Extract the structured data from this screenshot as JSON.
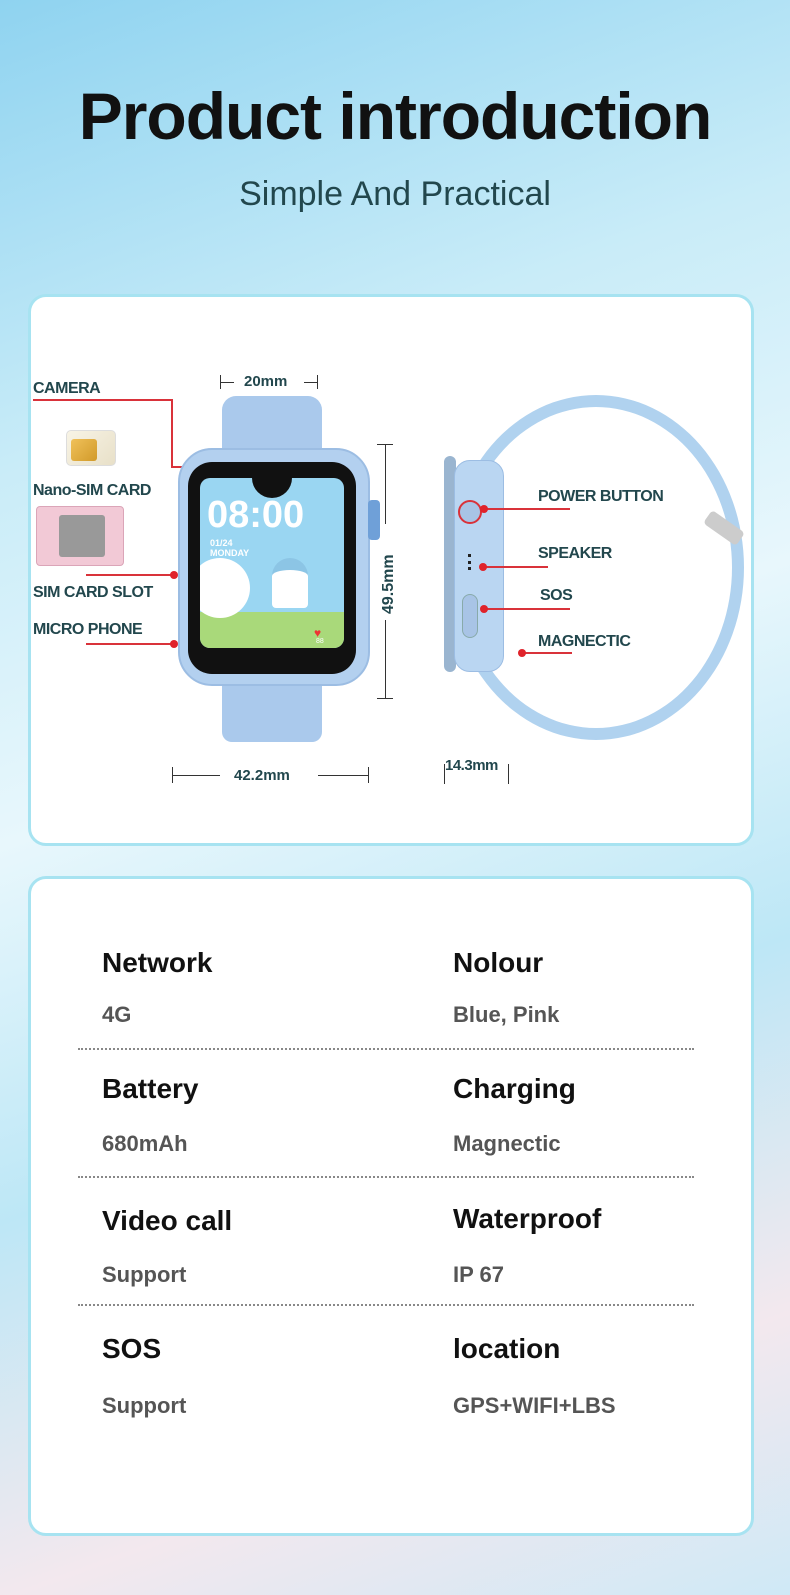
{
  "header": {
    "title": "Product introduction",
    "subtitle": "Simple And Practical"
  },
  "diagram": {
    "left_labels": {
      "camera": "CAMERA",
      "nano_sim": "Nano-SIM CARD",
      "sim_slot": "SIM CARD SLOT",
      "microphone": "MICRO PHONE"
    },
    "right_labels": {
      "power": "POWER BUTTON",
      "speaker": "SPEAKER",
      "sos": "SOS",
      "magnetic": "MAGNECTIC"
    },
    "dimensions": {
      "strap_width": "20mm",
      "height": "49.5mm",
      "width": "42.2mm",
      "thickness": "14.3mm"
    },
    "screen": {
      "time": "08:00",
      "date": "01/24",
      "day": "MONDAY",
      "heart_rate": "88"
    },
    "accent_color": "#d9323a",
    "watch_color": "#a9c8ea"
  },
  "specs": [
    {
      "label": "Network",
      "value": "4G"
    },
    {
      "label": "Nolour",
      "value": "Blue, Pink"
    },
    {
      "label": "Battery",
      "value": "680mAh"
    },
    {
      "label": "Charging",
      "value": "Magnectic"
    },
    {
      "label": "Video call",
      "value": "Support"
    },
    {
      "label": "Waterproof",
      "value": "IP 67"
    },
    {
      "label": "SOS",
      "value": "Support"
    },
    {
      "label": "location",
      "value": "GPS+WIFI+LBS"
    }
  ]
}
